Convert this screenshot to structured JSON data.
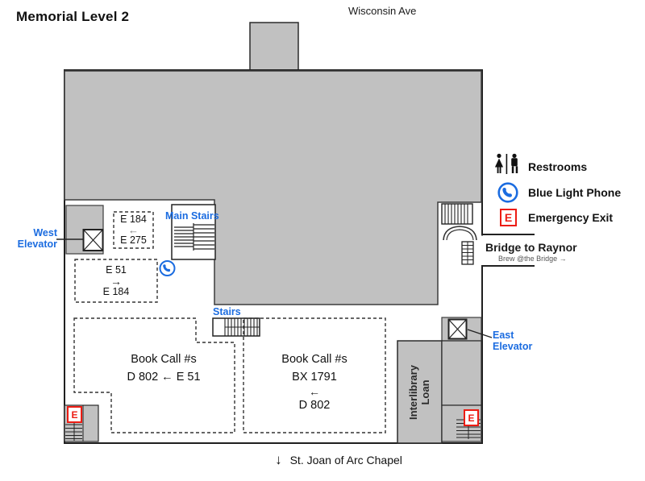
{
  "page": {
    "title": "Memorial Level 2"
  },
  "streets": {
    "top": "Wisconsin Ave",
    "bottom_arrow": "↓",
    "bottom": "St. Joan of Arc Chapel"
  },
  "labels": {
    "west_elevator": [
      "West",
      "Elevator"
    ],
    "east_elevator": [
      "East",
      "Elevator"
    ],
    "main_stairs": "Main Stairs",
    "stairs_center": "Stairs",
    "interlibrary": [
      "Interlibrary",
      "Loan"
    ],
    "bridge_title": "Bridge to Raynor",
    "bridge_subtitle": "Brew @the Bridge  →"
  },
  "rooms": {
    "upper_small": {
      "lines": [
        "E 184",
        "←",
        "E 275"
      ]
    },
    "upper_large": {
      "lines": [
        "E 51",
        "→",
        "E 184"
      ]
    },
    "book_left": {
      "title": "Book Call #s",
      "range": "D 802 ← E 51"
    },
    "book_right": {
      "title": "Book Call #s",
      "lines": [
        "BX 1791",
        "←",
        "D 802"
      ]
    }
  },
  "markers": {
    "emergency_letter": "E"
  },
  "legend": {
    "items": [
      {
        "icon": "restrooms-icon",
        "label": "Restrooms"
      },
      {
        "icon": "blue-light-phone-icon",
        "label": "Blue Light Phone"
      },
      {
        "icon": "emergency-exit-icon",
        "label": "Emergency Exit"
      }
    ]
  },
  "colors": {
    "accent_blue": "#1b6ce0",
    "building_gray": "#c1c1c1",
    "outline_dark": "#222222",
    "emergency_red": "#ec1c13"
  }
}
